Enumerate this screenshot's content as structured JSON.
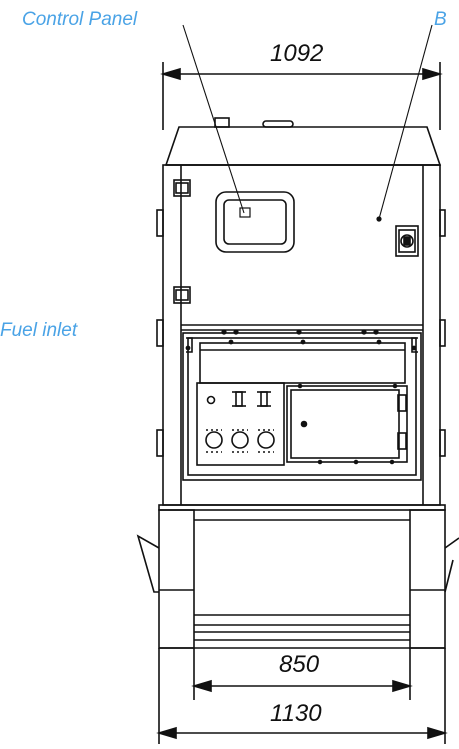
{
  "callouts": {
    "control_panel": "Control Panel",
    "right_partial": "B",
    "fuel_inlet": "Fuel inlet"
  },
  "dimensions": {
    "top_width": "1092",
    "inner_width": "850",
    "bottom_width": "1130"
  },
  "colors": {
    "callout": "#4aa3e6",
    "line": "#111111"
  }
}
